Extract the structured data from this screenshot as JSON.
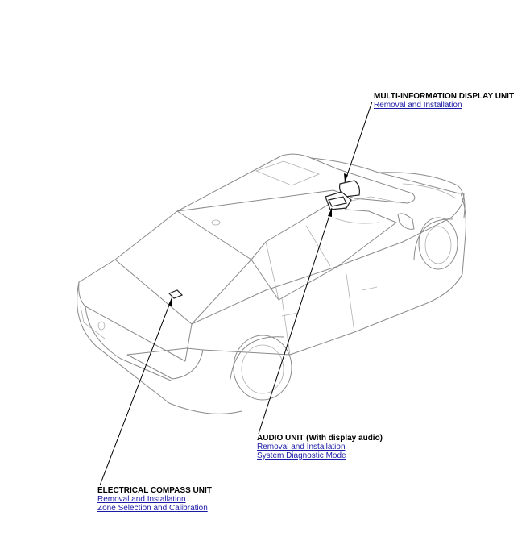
{
  "callouts": {
    "multi_information_display": {
      "title": "MULTI-INFORMATION DISPLAY UNIT",
      "links": [
        "Removal and Installation"
      ]
    },
    "audio_unit": {
      "title": "AUDIO UNIT (With display audio)",
      "links": [
        "Removal and Installation",
        "System Diagnostic Mode"
      ]
    },
    "electrical_compass": {
      "title": "ELECTRICAL COMPASS UNIT",
      "links": [
        "Removal and Installation",
        "Zone Selection and Calibration"
      ]
    }
  },
  "colors": {
    "link": "#1a1aa6",
    "text": "#000000",
    "line_art": "#8a8a8a"
  }
}
